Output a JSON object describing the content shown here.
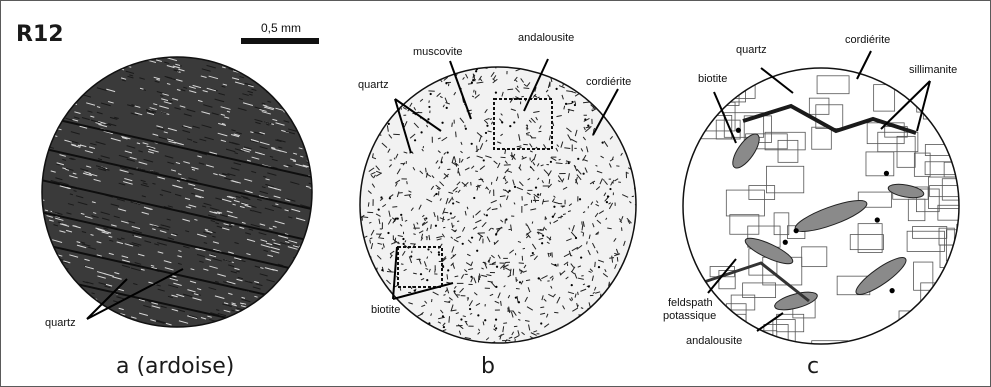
{
  "figure": {
    "sample_id": "R12",
    "scale_bar": {
      "label": "0,5 mm"
    }
  },
  "panels": [
    {
      "id": "a",
      "caption": "a (ardoise)",
      "texture": "foliated-dense",
      "labels": {
        "quartz": "quartz"
      }
    },
    {
      "id": "b",
      "caption": "b",
      "texture": "spotted-granoblastic",
      "labels": {
        "muscovite": "muscovite",
        "andalousite": "andalousite",
        "quartz": "quartz",
        "cordierite": "cordiérite",
        "biotite": "biotite"
      }
    },
    {
      "id": "c",
      "caption": "c",
      "texture": "coarse-granoblastic",
      "labels": {
        "biotite": "biotite",
        "quartz": "quartz",
        "cordierite": "cordiérite",
        "sillimanite": "sillimanite",
        "feldspath_line1": "feldspath",
        "feldspath_line2": "potassique",
        "andalousite": "andalousite"
      }
    }
  ],
  "colors": {
    "ink": "#111111",
    "paper": "#ffffff",
    "frame": "#5a5a5a",
    "dense_bg": "#3a3a3a",
    "light_bg": "#f2f2f2"
  }
}
